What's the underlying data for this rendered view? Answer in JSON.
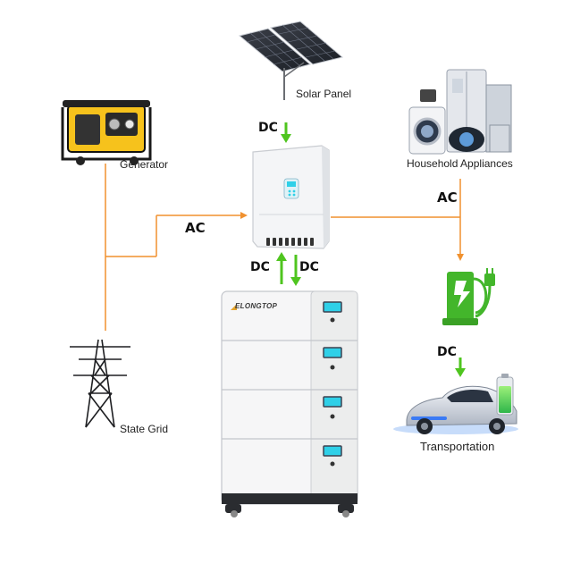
{
  "nodes": {
    "solar_panel": "Solar Panel",
    "generator": "Generator",
    "household": "Household Appliances",
    "state_grid": "State Grid",
    "transportation": "Transportation"
  },
  "flow_labels": {
    "solar_to_inverter": "DC",
    "generator_to_inverter": "AC",
    "inverter_to_household": "AC",
    "inverter_to_battery": "DC",
    "battery_to_inverter": "DC",
    "charger_to_car": "DC"
  },
  "brand": {
    "logo_text": "ELONGTOP"
  },
  "colors": {
    "ac_line": "#f0912f",
    "dc_arrow": "#4fc51f",
    "charger": "#43b62b",
    "screen": "#2fd0e8"
  },
  "icons": {
    "solar": "solar-panel-icon",
    "generator": "generator-icon",
    "inverter": "inverter-icon",
    "battery": "battery-stack-icon",
    "appliances": "household-appliances-icon",
    "pylon": "transmission-tower-icon",
    "charger": "ev-charger-icon",
    "car": "electric-car-icon"
  }
}
